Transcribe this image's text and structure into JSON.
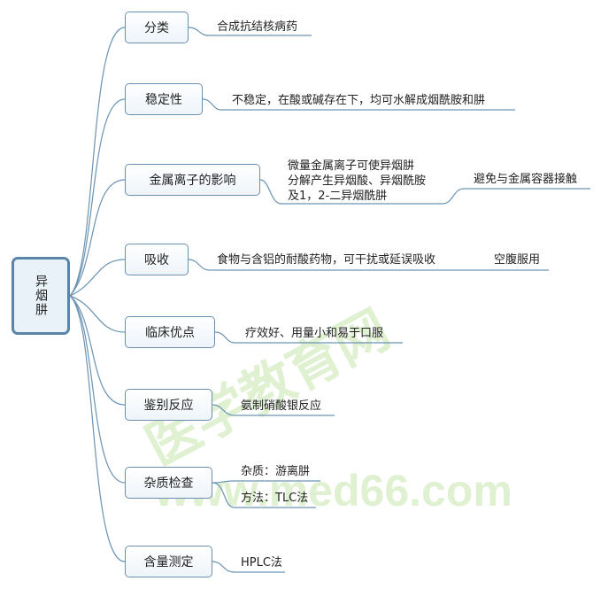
{
  "root": "异烟肼",
  "branches": [
    {
      "label": "分类",
      "leaf": "合成抗结核病药"
    },
    {
      "label": "稳定性",
      "leaf": "不稳定，在酸或碱存在下，均可水解成烟酰胺和肼"
    },
    {
      "label": "金属离子的影响",
      "leaf_lines": [
        "微量金属离子可使异烟肼",
        "分解产生异烟酸、异烟酰胺",
        "及1，2-二异烟酰肼"
      ],
      "subleaf": "避免与金属容器接触"
    },
    {
      "label": "吸收",
      "leaf": "食物与含铝的耐酸药物，可干扰或延误吸收",
      "subleaf": "空腹服用"
    },
    {
      "label": "临床优点",
      "leaf": "疗效好、用量小和易于口服"
    },
    {
      "label": "鉴别反应",
      "leaf": "氨制硝酸银反应"
    },
    {
      "label": "杂质检查",
      "leaves": [
        "杂质：游离肼",
        "方法：TLC法"
      ]
    },
    {
      "label": "含量测定",
      "leaf": "HPLC法"
    }
  ],
  "watermark": {
    "cn": "医学教育网",
    "url": "www.med66.com"
  }
}
